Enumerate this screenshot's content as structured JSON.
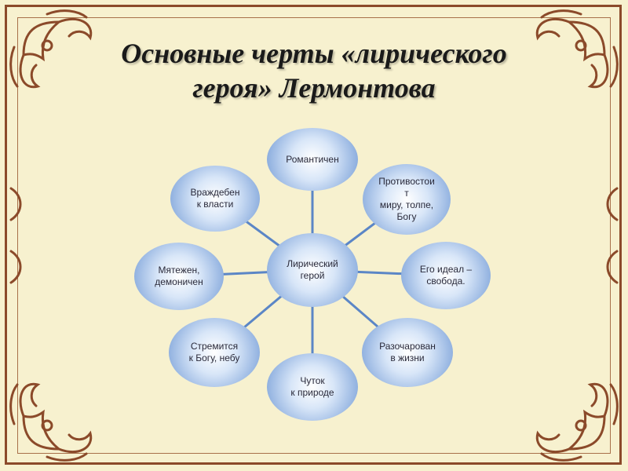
{
  "title": {
    "line1": "Основные черты «лирического",
    "line2": "героя» Лермонтова"
  },
  "diagram": {
    "center": "Лирический\nгерой",
    "nodes": [
      "Романтичен",
      "Противостои\nт\nмиру, толпе,\nБогу",
      "Его идеал –\nсвобода.",
      "Разочарован\nв жизни",
      "Чуток\nк природе",
      "Стремится\nк Богу, небу",
      "Мятежен,\nдемоничен",
      "Враждебен\nк власти"
    ]
  },
  "colors": {
    "frame": "#8b4a2a",
    "background": "#f7f1cf",
    "connector": "#5b86c6",
    "node_edge": "#6f98d4"
  }
}
